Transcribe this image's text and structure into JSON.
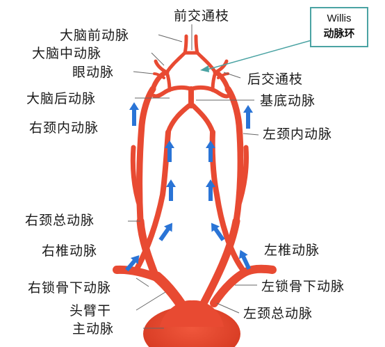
{
  "colors": {
    "artery": "#e84a32",
    "artery_dark": "#c93520",
    "flow_arrow": "#2a74d6",
    "leader_line": "#555555",
    "willis_pointer": "#4aa3a3"
  },
  "labels": {
    "anterior_communicating": "前交通枝",
    "anterior_cerebral": "大脑前动脉",
    "middle_cerebral": "大脑中动脉",
    "ophthalmic": "眼动脉",
    "posterior_communicating": "后交通枝",
    "posterior_cerebral": "大脑后动脉",
    "basilar": "基底动脉",
    "right_internal_carotid": "右颈内动脉",
    "left_internal_carotid": "左颈内动脉",
    "right_common_carotid": "右颈总动脉",
    "right_vertebral": "右椎动脉",
    "left_vertebral": "左椎动脉",
    "right_subclavian": "右锁骨下动脉",
    "left_subclavian": "左锁骨下动脉",
    "brachiocephalic_trunk": "头臂干",
    "left_common_carotid": "左颈总动脉",
    "aorta": "主动脉"
  },
  "willis": {
    "line1": "Willis",
    "line2": "动脉环"
  },
  "icons": {
    "flow_arrow": "up-arrow-icon"
  }
}
